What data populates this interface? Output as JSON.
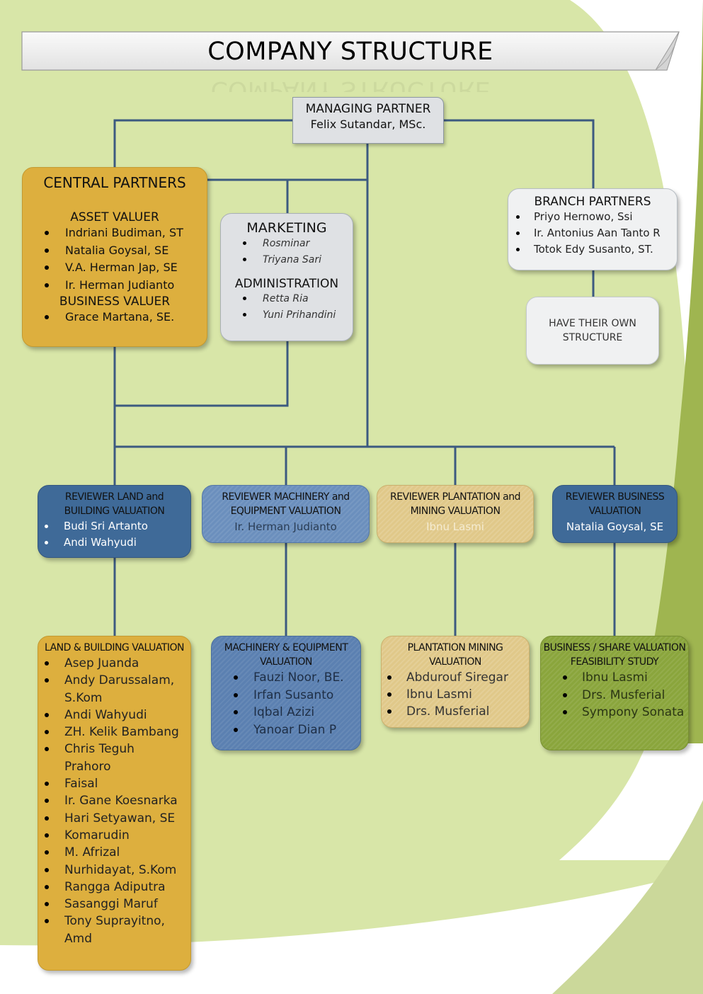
{
  "page": {
    "title": "COMPANY STRUCTURE",
    "colors": {
      "page_background": "#ffffff",
      "light_green": "#d8e6a8",
      "dark_green": "#9fb550",
      "connector": "#3c5a80",
      "gold": "#ddaf3e",
      "blue": "#3f6a98",
      "gray": "#dfe1e4"
    }
  },
  "managing_partner": {
    "heading": "MANAGING PARTNER",
    "name": "Felix Sutandar, MSc."
  },
  "central_partners": {
    "heading": "CENTRAL PARTNERS",
    "asset_valuer": {
      "heading": "ASSET VALUER",
      "members": [
        "Indriani Budiman, ST",
        "Natalia Goysal, SE",
        "V.A. Herman Jap, SE",
        "Ir. Herman Judianto"
      ]
    },
    "business_valuer": {
      "heading": "BUSINESS VALUER",
      "members": [
        "Grace Martana, SE."
      ]
    }
  },
  "marketing": {
    "heading": "MARKETING",
    "members": [
      "Rosminar",
      "Triyana Sari"
    ]
  },
  "administration": {
    "heading": "ADMINISTRATION",
    "members": [
      "Retta Ria",
      "Yuni Prihandini"
    ]
  },
  "branch_partners": {
    "heading": "BRANCH PARTNERS",
    "members": [
      "Priyo Hernowo, Ssi",
      "Ir. Antonius Aan Tanto R",
      "Totok Edy Susanto, ST."
    ],
    "note": "HAVE THEIR OWN STRUCTURE"
  },
  "reviewers": [
    {
      "heading": "REVIEWER LAND and BUILDING VALUATION",
      "members": [
        "Budi Sri Artanto",
        "Andi Wahyudi"
      ]
    },
    {
      "heading": "REVIEWER MACHINERY and EQUIPMENT VALUATION",
      "members": [
        "Ir. Herman Judianto"
      ]
    },
    {
      "heading": "REVIEWER PLANTATION and MINING VALUATION",
      "members": [
        "Ibnu Lasmi"
      ]
    },
    {
      "heading": "REVIEWER BUSINESS VALUATION",
      "members": [
        "Natalia Goysal, SE"
      ]
    }
  ],
  "divisions": [
    {
      "heading": "LAND & BUILDING VALUATION",
      "members": [
        "Asep Juanda",
        "Andy Darussalam, S.Kom",
        "Andi Wahyudi",
        "ZH. Kelik Bambang",
        "Chris  Teguh Prahoro",
        "Faisal",
        "Ir. Gane Koesnarka",
        "Hari Setyawan, SE",
        "Komarudin",
        "M. Afrizal",
        "Nurhidayat, S.Kom",
        "Rangga Adiputra",
        "Sasanggi Maruf",
        "Tony Suprayitno, Amd"
      ]
    },
    {
      "heading": "MACHINERY & EQUIPMENT VALUATION",
      "members": [
        "Fauzi Noor, BE.",
        "Irfan Susanto",
        "Iqbal Azizi",
        "Yanoar Dian P"
      ]
    },
    {
      "heading": "PLANTATION MINING VALUATION",
      "members": [
        "Abdurouf Siregar",
        "Ibnu Lasmi",
        "Drs. Musferial"
      ]
    },
    {
      "heading": "BUSINESS / SHARE VALUATION FEASIBILITY STUDY",
      "members": [
        "Ibnu Lasmi",
        "Drs. Musferial",
        "Sympony Sonata"
      ]
    }
  ]
}
